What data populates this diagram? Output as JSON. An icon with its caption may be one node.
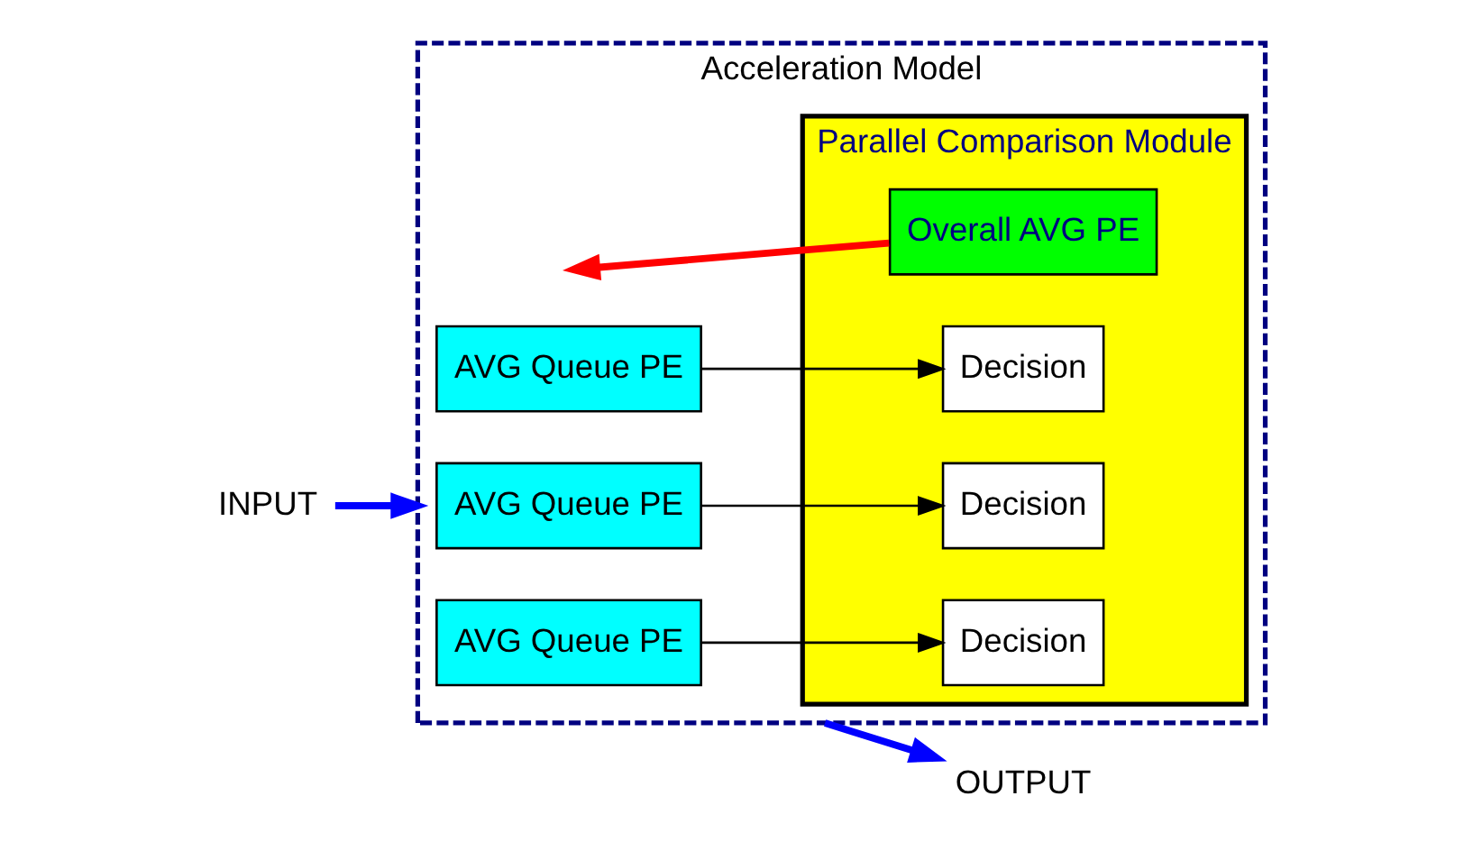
{
  "diagram": {
    "nodes": [
      {
        "text": [
          "Acceleration Model"
        ]
      },
      {
        "text": [
          "Parallel Comparison Module"
        ],
        "in": 0
      },
      {
        "text": [
          "AVG Queue PE"
        ],
        "in": 0
      },
      {
        "text": [
          "AVG Queue PE"
        ],
        "in": 0
      },
      {
        "text": [
          "AVG Queue PE"
        ],
        "in": 0
      },
      {
        "text": [
          "Decision"
        ],
        "in": 1
      },
      {
        "text": [
          "Decision"
        ],
        "in": 1
      },
      {
        "text": [
          "Decision"
        ],
        "in": 1
      },
      {
        "text": [
          "Overall AVG PE"
        ],
        "in": 1
      },
      {
        "text": [
          "INPUT"
        ]
      },
      {
        "text": [
          "OUTPUT"
        ]
      }
    ],
    "edges": [
      {
        "from": 9,
        "to": 0,
        "arrow": "to",
        "style": "thick",
        "color": "#0000ff"
      },
      {
        "from": 2,
        "to": 5,
        "arrow": "to"
      },
      {
        "from": 3,
        "to": 6,
        "arrow": "to"
      },
      {
        "from": 4,
        "to": 7,
        "arrow": "to"
      },
      {
        "from": 8,
        "to": null,
        "arrow": "to",
        "style": "thick",
        "color": "#ff0000"
      },
      {
        "from": 0,
        "to": 10,
        "arrow": "to",
        "style": "thick",
        "color": "#0000ff"
      }
    ]
  }
}
